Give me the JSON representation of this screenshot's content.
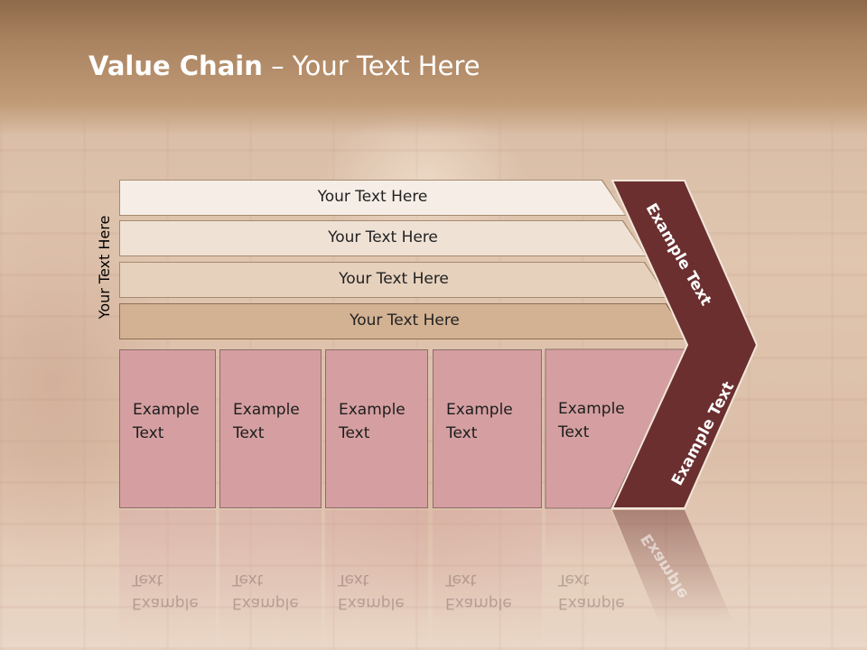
{
  "slide": {
    "title_bold": "Value Chain",
    "title_rest": " – Your Text Here",
    "side_label": "Your Text Here",
    "bands": [
      {
        "text": "Your Text Here"
      },
      {
        "text": "Your Text Here"
      },
      {
        "text": "Your Text Here"
      },
      {
        "text": "Your Text Here"
      }
    ],
    "cards": [
      {
        "line1": "Example",
        "line2": "Text"
      },
      {
        "line1": "Example",
        "line2": "Text"
      },
      {
        "line1": "Example",
        "line2": "Text"
      },
      {
        "line1": "Example",
        "line2": "Text"
      },
      {
        "line1": "Example",
        "line2": "Text"
      }
    ],
    "chevron_top": "Example Text",
    "chevron_bottom": "Example Text",
    "reflection_chevron": "Example"
  },
  "colors": {
    "chevron": "#6b2f2f",
    "card": "#d59fa1",
    "header": "#a98260"
  }
}
